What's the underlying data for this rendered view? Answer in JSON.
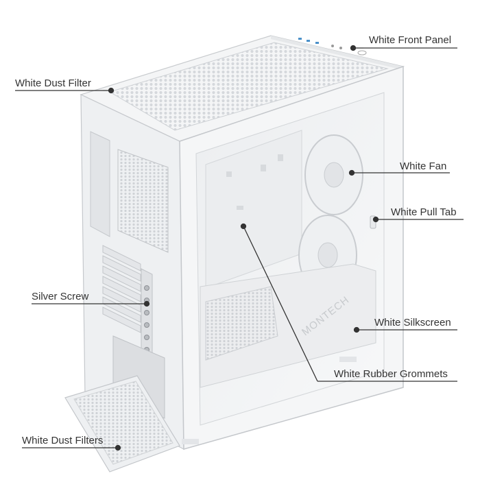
{
  "diagram": {
    "callouts": [
      {
        "id": "front-panel",
        "label": "White Front Panel"
      },
      {
        "id": "dust-filter",
        "label": "White Dust Filter"
      },
      {
        "id": "fan",
        "label": "White Fan"
      },
      {
        "id": "pull-tab",
        "label": "White Pull Tab"
      },
      {
        "id": "silver-screw",
        "label": "Silver Screw"
      },
      {
        "id": "silkscreen",
        "label": "White Silkscreen"
      },
      {
        "id": "grommets",
        "label": "White Rubber Grommets"
      },
      {
        "id": "dust-filters",
        "label": "White Dust Filters"
      }
    ],
    "brand_mark": "MONTECH"
  },
  "colors": {
    "case_white": "#f3f4f5",
    "edge": "#c9ccd0",
    "line": "#333333",
    "mesh": "#d9dbde"
  }
}
